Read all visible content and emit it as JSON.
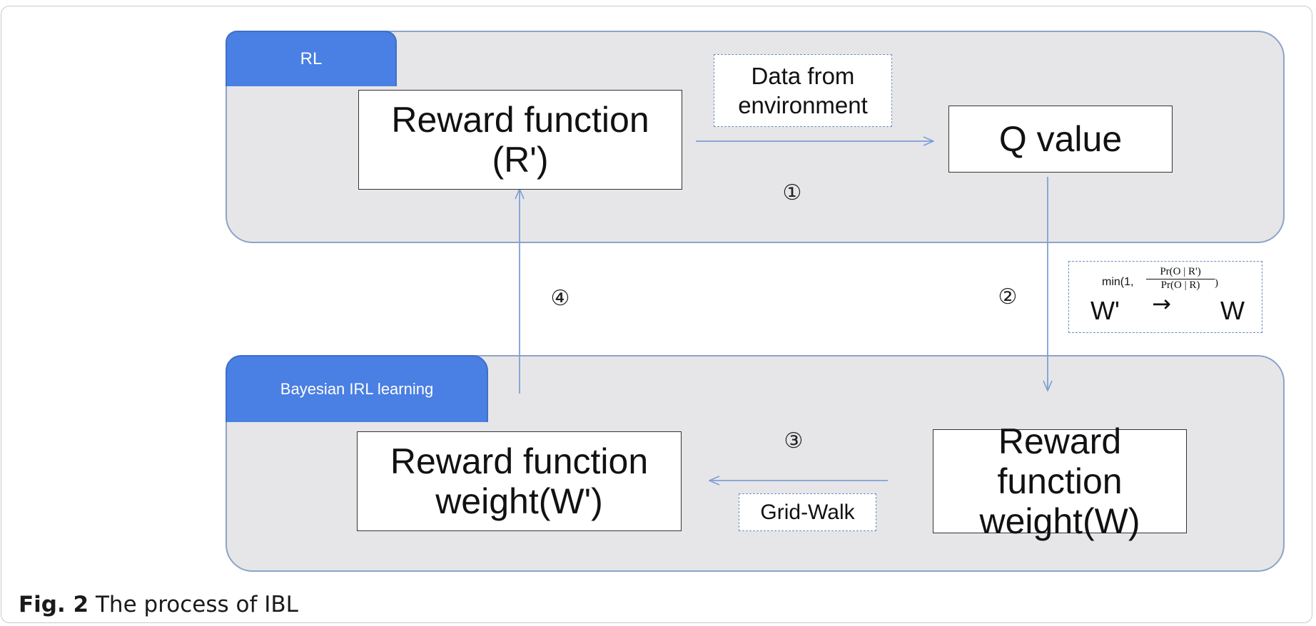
{
  "rl_tab": "RL",
  "birl_tab": "Bayesian IRL learning",
  "reward_function": [
    "Reward function",
    "(R')"
  ],
  "q_value": "Q value",
  "data_from_env": [
    "Data from",
    "environment"
  ],
  "reward_weight_prime": [
    "Reward function",
    "weight(W')"
  ],
  "reward_weight": [
    "Reward function",
    "weight(W)"
  ],
  "grid_walk": "Grid-Walk",
  "steps": [
    "①",
    "②",
    "③",
    "④"
  ],
  "formula": {
    "left": "W'",
    "min": "min(1,",
    "numerator": "Pr(O | R')",
    "denominator": "Pr(O | R)",
    "close": ")",
    "arrow": "→",
    "right": "W"
  },
  "caption": {
    "label": "Fig. 2",
    "text": "The process of IBL"
  },
  "colors": {
    "tab": "#4a7fe3",
    "panel": "#e6e6e8",
    "arrow": "#7f9fd6"
  }
}
